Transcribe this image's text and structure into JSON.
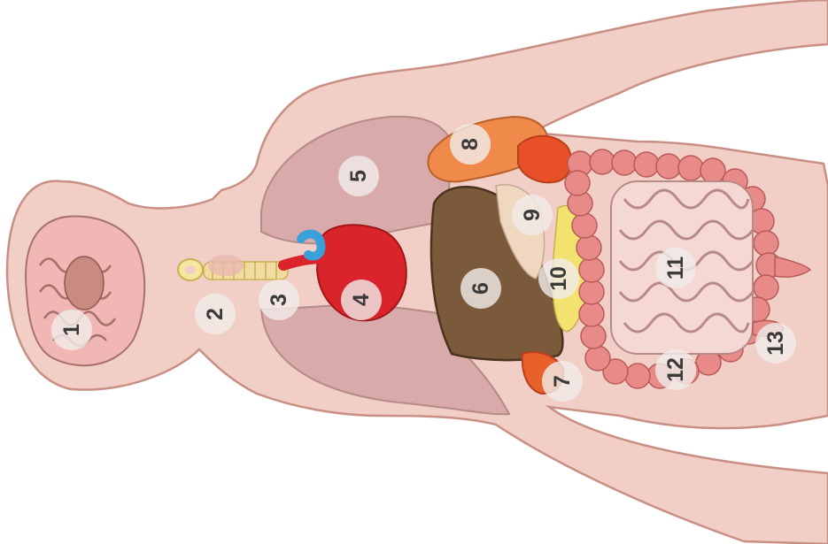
{
  "labels": {
    "l1": "1",
    "l2": "2",
    "l3": "3",
    "l4": "4",
    "l5": "5",
    "l6": "6",
    "l7": "7",
    "l8": "8",
    "l9": "9",
    "l10": "10",
    "l11": "11",
    "l12": "12",
    "l13": "13"
  },
  "colors": {
    "skin": "#f2cfc6",
    "outline": "#c98f84",
    "lung": "#d8aaa9",
    "heart": "#d8242a",
    "vein": "#3aa0d9",
    "liver": "#7a5a3a",
    "kidney": "#f08a4a",
    "colon": "#e88a88",
    "intestine": "#f5d8d4",
    "pancreas": "#f2e270"
  }
}
